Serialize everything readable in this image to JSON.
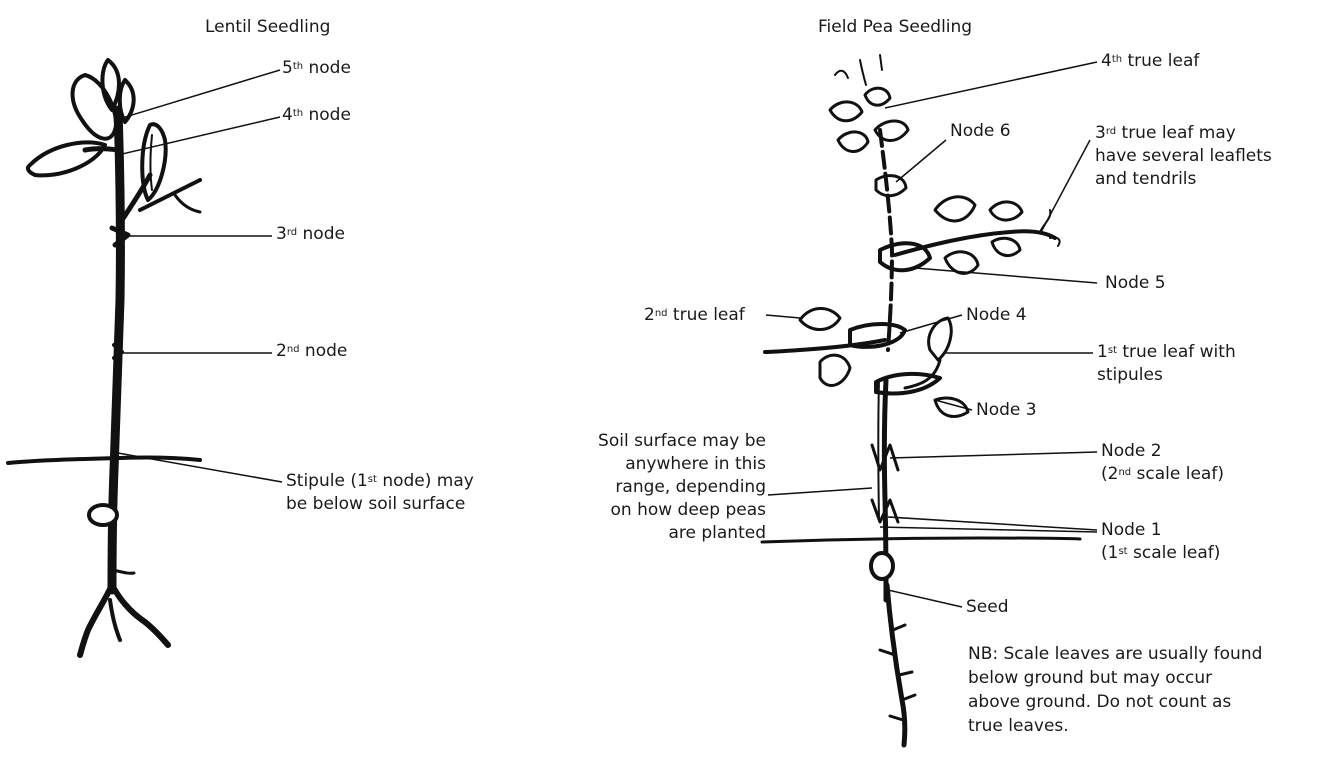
{
  "titles": {
    "lentil": "Lentil Seedling",
    "pea": "Field Pea Seedling"
  },
  "lentil_labels": {
    "node5": {
      "pre": "5",
      "sup": "th",
      "post": " node"
    },
    "node4": {
      "pre": "4",
      "sup": "th",
      "post": " node"
    },
    "node3": {
      "pre": "3",
      "sup": "rd",
      "post": " node"
    },
    "node2": {
      "pre": "2",
      "sup": "nd",
      "post": " node"
    },
    "stipule": {
      "line1_pre": "Stipule (1",
      "line1_sup": "st",
      "line1_post": " node) may",
      "line2": "be below soil surface"
    }
  },
  "pea_labels": {
    "leaf4": {
      "pre": "4",
      "sup": "th",
      "post": " true leaf"
    },
    "node6": "Node 6",
    "leaf3": {
      "line1_pre": "3",
      "line1_sup": "rd",
      "line1_post": " true leaf may",
      "line2": "have several leaflets",
      "line3": "and tendrils"
    },
    "node5": "Node 5",
    "leaf2": {
      "pre": "2",
      "sup": "nd",
      "post": " true leaf"
    },
    "node4": "Node 4",
    "leaf1": {
      "line1_pre": "1",
      "line1_sup": "st",
      "line1_post": " true leaf with",
      "line2": "stipules"
    },
    "node3": "Node 3",
    "node2": {
      "line1": "Node 2",
      "line2_pre": "(2",
      "line2_sup": "nd",
      "line2_post": " scale leaf)"
    },
    "node1": {
      "line1": "Node 1",
      "line2_pre": "(1",
      "line2_sup": "st",
      "line2_post": " scale leaf)"
    },
    "soil": {
      "line1": "Soil surface may be",
      "line2": "anywhere in this",
      "line3": "range, depending",
      "line4": "on how deep peas",
      "line5": "are planted"
    },
    "seed": "Seed"
  },
  "note": {
    "line1": "NB: Scale leaves are usually found",
    "line2": "below ground but may occur",
    "line3": "above ground. Do not count as",
    "line4": "true leaves."
  }
}
